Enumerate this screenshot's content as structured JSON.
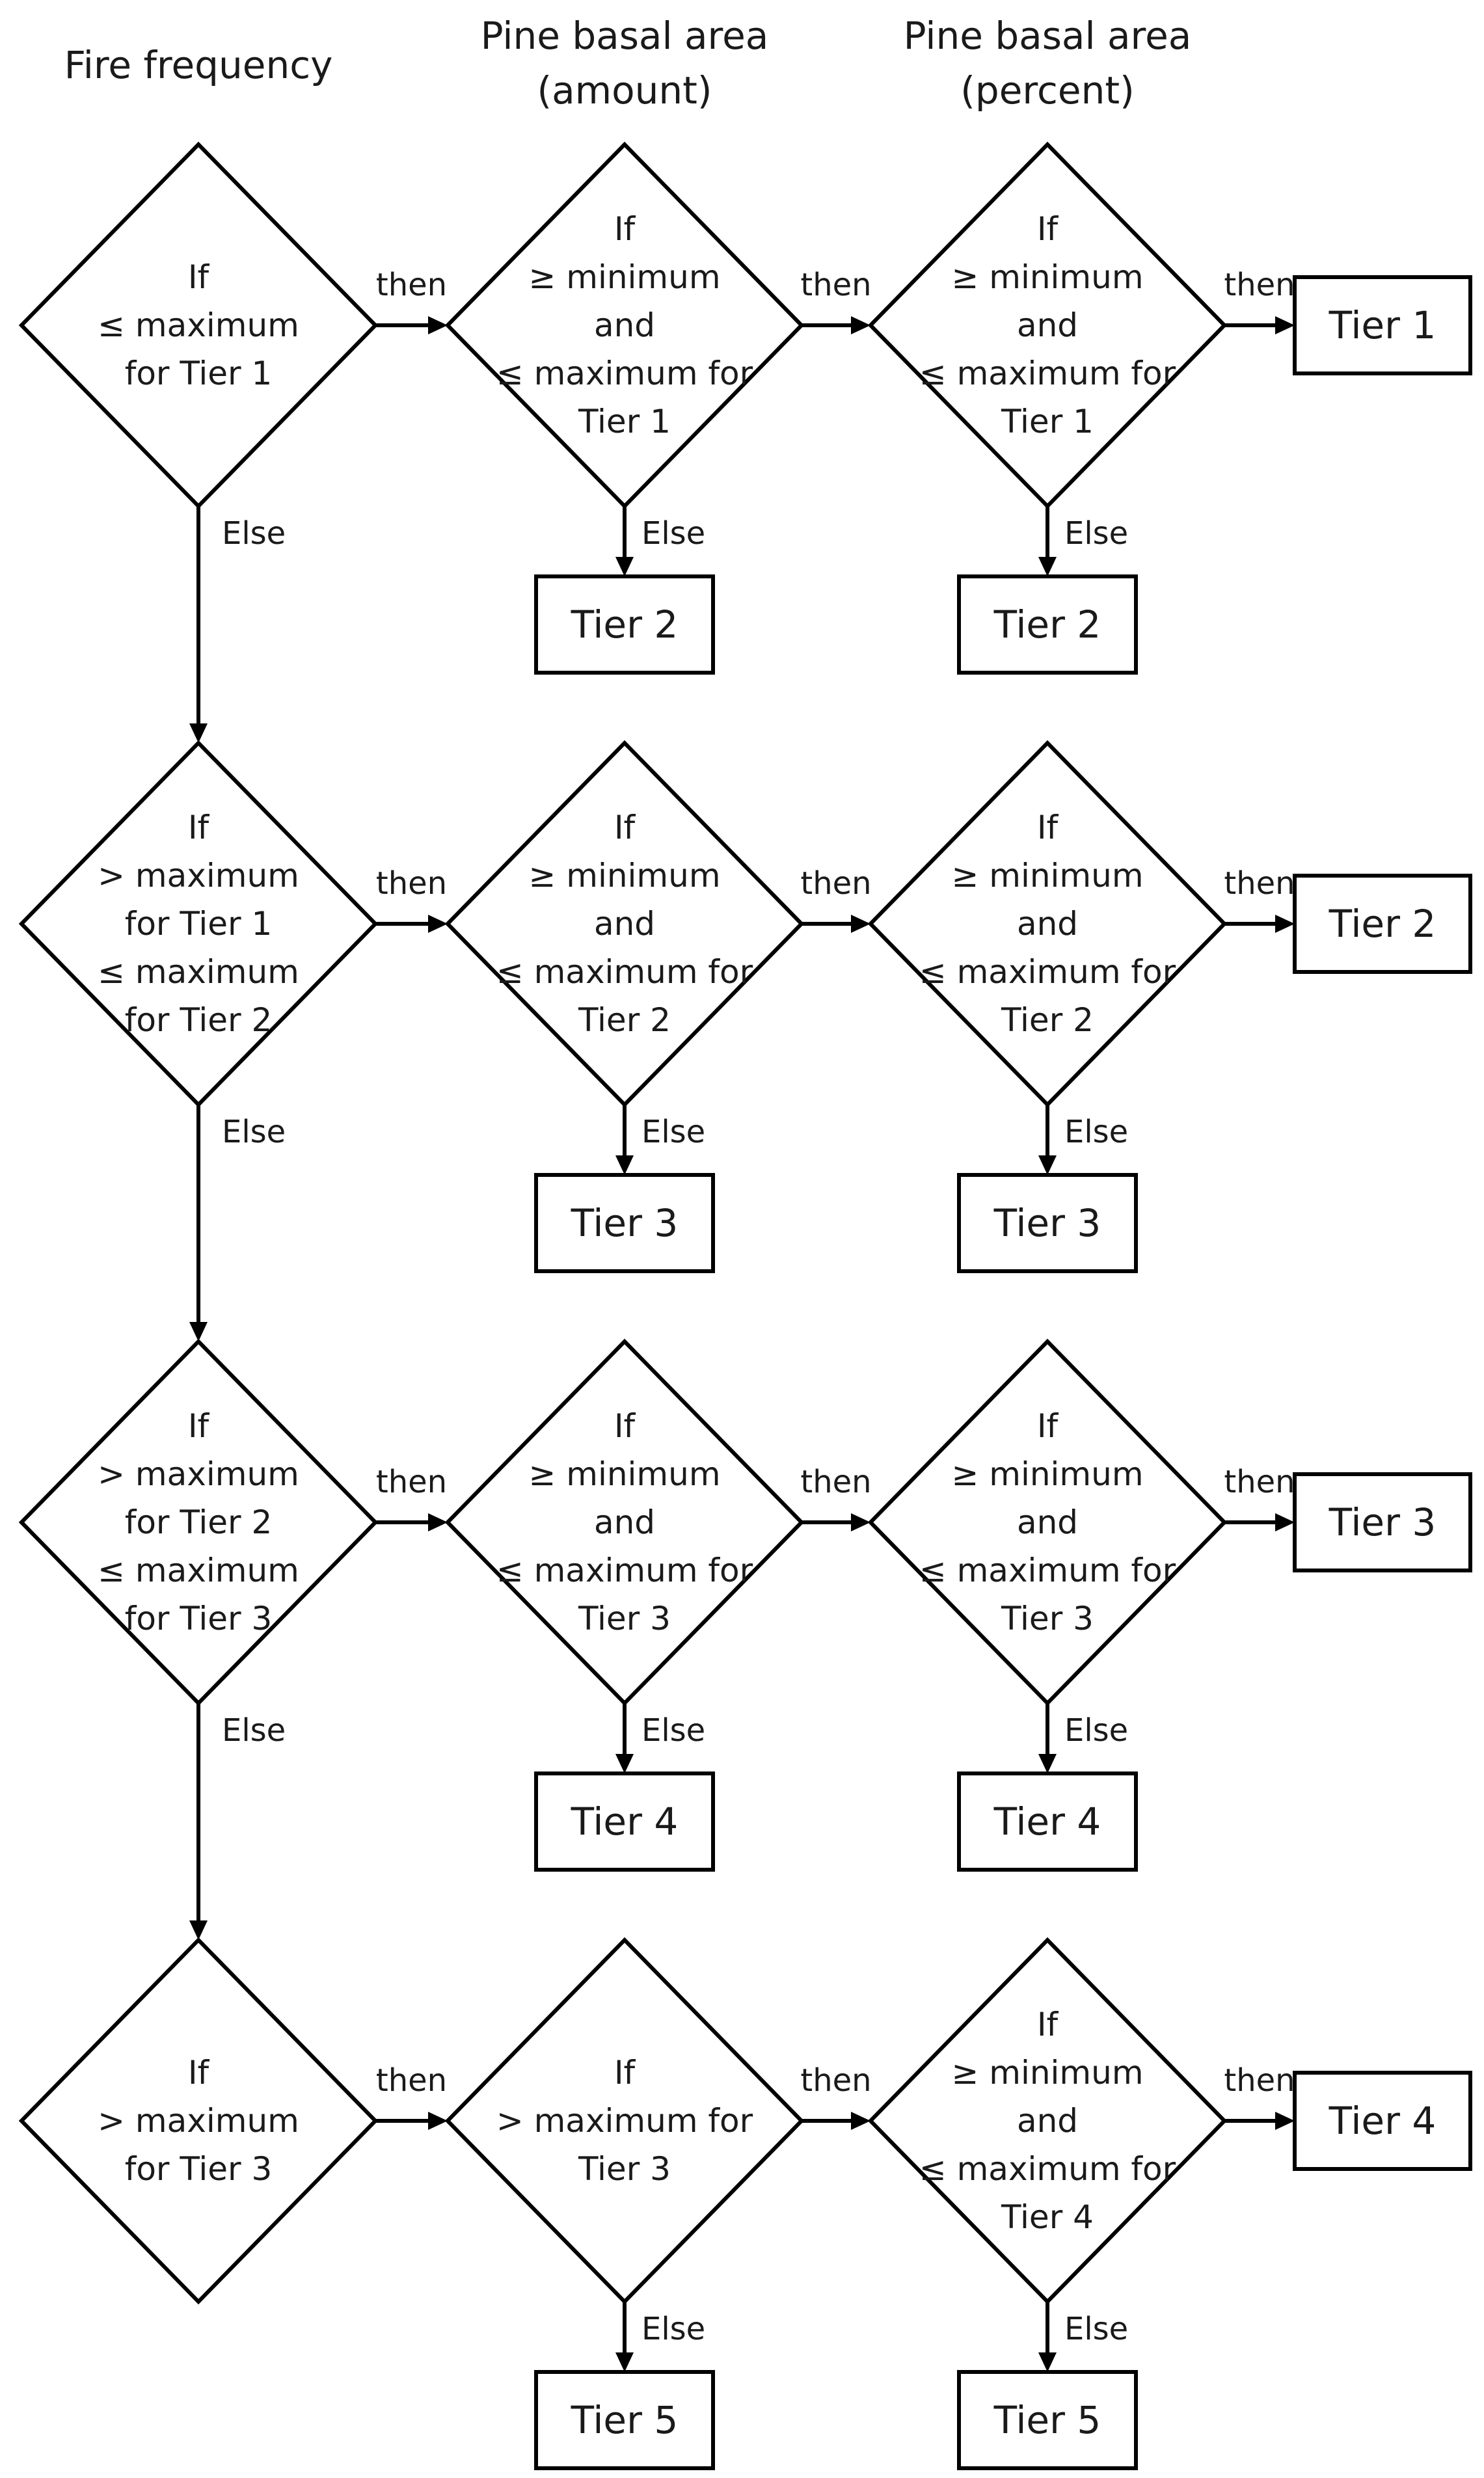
{
  "headers": {
    "fire": [
      "Fire frequency"
    ],
    "amount": [
      "Pine basal area",
      "(amount)"
    ],
    "percent": [
      "Pine basal area",
      "(percent)"
    ]
  },
  "labels": {
    "then": "then",
    "else": "Else"
  },
  "rows": [
    {
      "fire": [
        "If",
        "≤ maximum",
        "for Tier 1"
      ],
      "amount": [
        "If",
        "≥ minimum",
        "and",
        "≤ maximum for",
        "Tier 1"
      ],
      "percent": [
        "If",
        "≥ minimum",
        "and",
        "≤ maximum for",
        "Tier 1"
      ],
      "amount_else": "Tier 2",
      "percent_else": "Tier 2",
      "result": "Tier 1"
    },
    {
      "fire": [
        "If",
        "> maximum",
        "for Tier 1",
        "≤ maximum",
        "for Tier 2"
      ],
      "amount": [
        "If",
        "≥ minimum",
        "and",
        "≤ maximum for",
        "Tier 2"
      ],
      "percent": [
        "If",
        "≥ minimum",
        "and",
        "≤ maximum for",
        "Tier 2"
      ],
      "amount_else": "Tier 3",
      "percent_else": "Tier 3",
      "result": "Tier 2"
    },
    {
      "fire": [
        "If",
        "> maximum",
        "for Tier 2",
        "≤ maximum",
        "for Tier 3"
      ],
      "amount": [
        "If",
        "≥ minimum",
        "and",
        "≤ maximum for",
        "Tier 3"
      ],
      "percent": [
        "If",
        "≥ minimum",
        "and",
        "≤ maximum for",
        "Tier 3"
      ],
      "amount_else": "Tier 4",
      "percent_else": "Tier 4",
      "result": "Tier 3"
    },
    {
      "fire": [
        "If",
        "> maximum",
        "for Tier 3"
      ],
      "amount": [
        "If",
        "> maximum for",
        "Tier 3"
      ],
      "percent": [
        "If",
        "≥ minimum",
        "and",
        "≤ maximum for",
        "Tier 4"
      ],
      "amount_else": "Tier 5",
      "percent_else": "Tier 5",
      "result": "Tier 4"
    }
  ]
}
